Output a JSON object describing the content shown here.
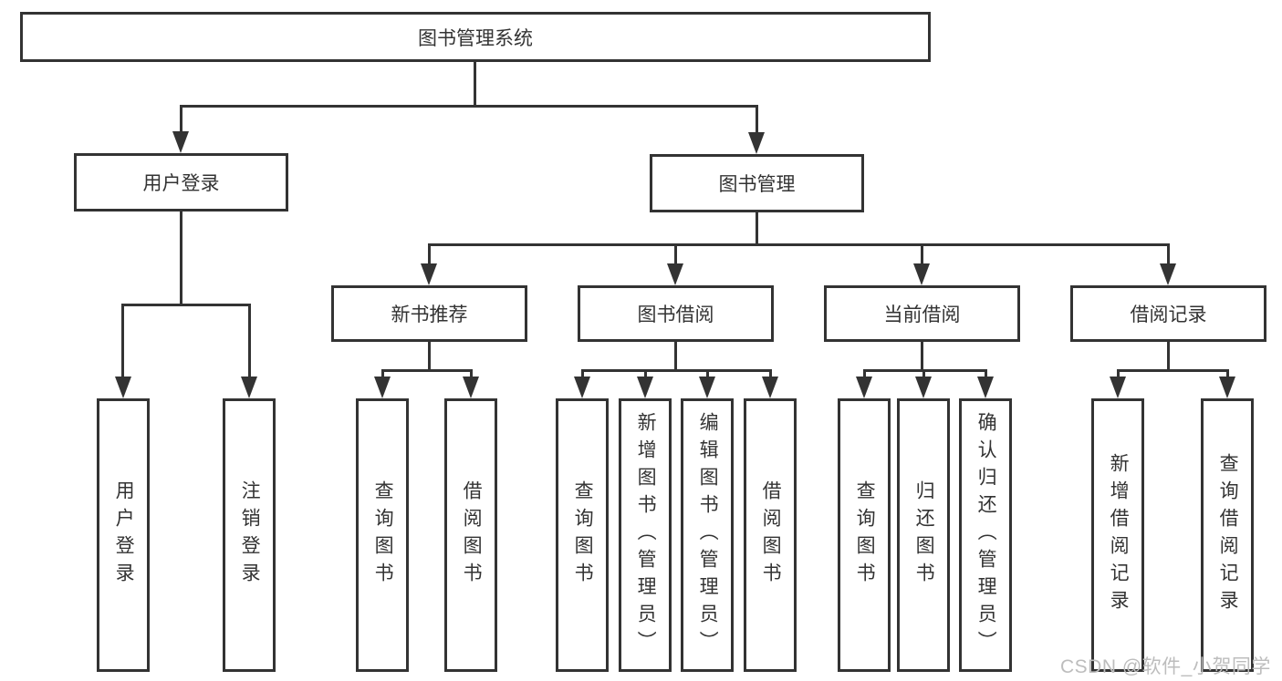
{
  "diagram": {
    "root": "图书管理系统",
    "branches": [
      {
        "label": "用户登录",
        "leaves": [
          "用户登录",
          "注销登录"
        ]
      },
      {
        "label": "图书管理",
        "children": [
          {
            "label": "新书推荐",
            "leaves": [
              "查询图书",
              "借阅图书"
            ]
          },
          {
            "label": "图书借阅",
            "leaves": [
              "查询图书",
              "新增图书（管理员）",
              "编辑图书（管理员）",
              "借阅图书"
            ]
          },
          {
            "label": "当前借阅",
            "leaves": [
              "查询图书",
              "归还图书",
              "确认归还（管理员）"
            ]
          },
          {
            "label": "借阅记录",
            "leaves": [
              "新增借阅记录",
              "查询借阅记录"
            ]
          }
        ]
      }
    ]
  },
  "watermark": "CSDN @软件_小贺同学",
  "colors": {
    "line": "#333333",
    "text": "#333333",
    "watermark": "#bdbdbd",
    "background": "#ffffff"
  }
}
